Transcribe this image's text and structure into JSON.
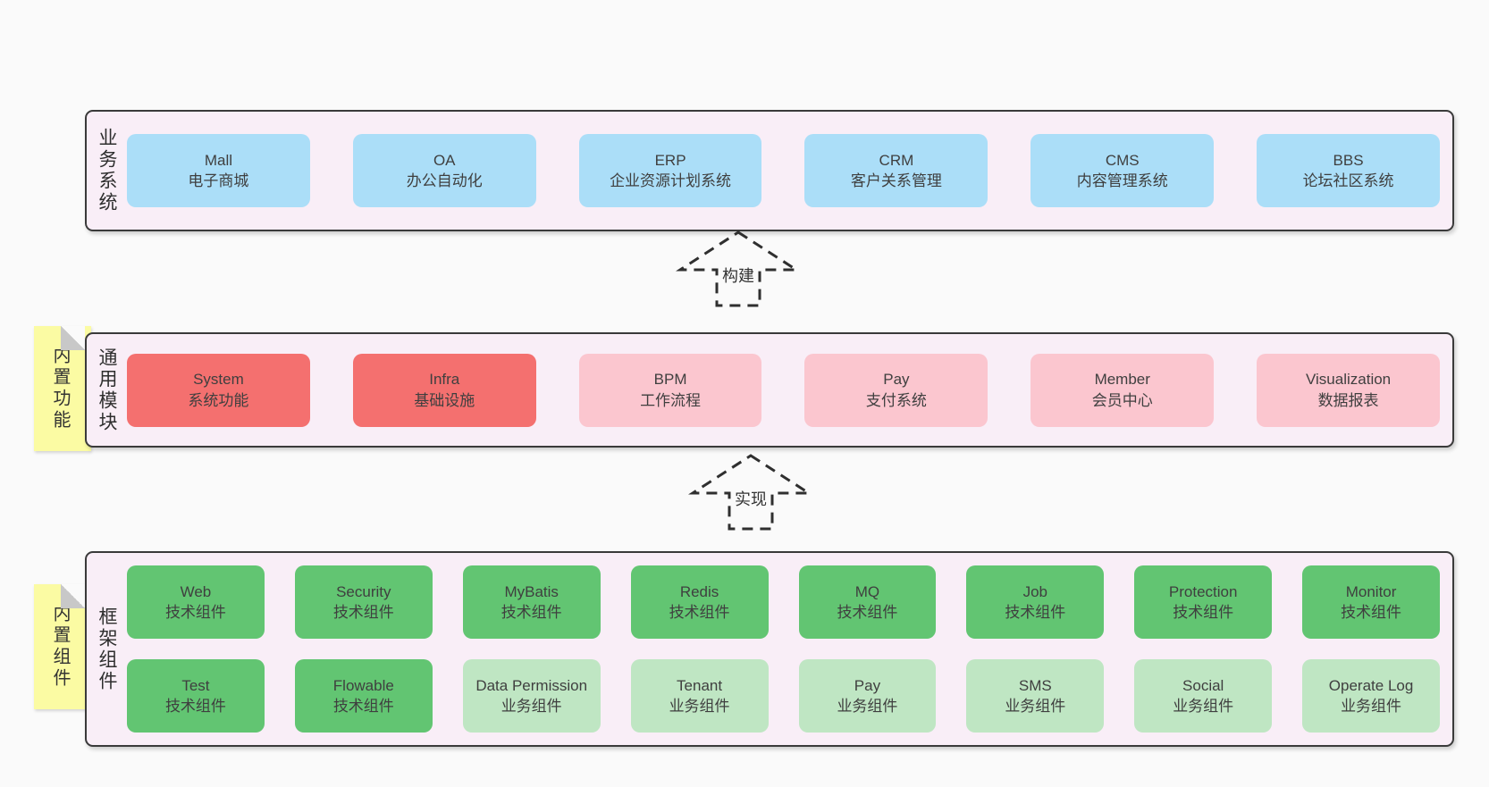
{
  "palette": {
    "blue": "#abdef8",
    "red": "#f4706f",
    "pink": "#fbc6cf",
    "green": "#62c572",
    "lightgreen": "#bfe6c3",
    "note_yellow": "#fbfba3",
    "panel_bg": "#f9eef7",
    "panel_border": "#3a3a3a",
    "box_text": "#3f3f3f"
  },
  "arrows": [
    {
      "label": "构建"
    },
    {
      "label": "实现"
    }
  ],
  "sections": [
    {
      "label": "业务系统",
      "note": null,
      "rows": [
        [
          {
            "en": "Mall",
            "zh": "电子商城",
            "variant": "blue"
          },
          {
            "en": "OA",
            "zh": "办公自动化",
            "variant": "blue"
          },
          {
            "en": "ERP",
            "zh": "企业资源计划系统",
            "variant": "blue"
          },
          {
            "en": "CRM",
            "zh": "客户关系管理",
            "variant": "blue"
          },
          {
            "en": "CMS",
            "zh": "内容管理系统",
            "variant": "blue"
          },
          {
            "en": "BBS",
            "zh": "论坛社区系统",
            "variant": "blue"
          }
        ]
      ]
    },
    {
      "label": "通用模块",
      "note": "内置功能",
      "rows": [
        [
          {
            "en": "System",
            "zh": "系统功能",
            "variant": "red"
          },
          {
            "en": "Infra",
            "zh": "基础设施",
            "variant": "red"
          },
          {
            "en": "BPM",
            "zh": "工作流程",
            "variant": "pink"
          },
          {
            "en": "Pay",
            "zh": "支付系统",
            "variant": "pink"
          },
          {
            "en": "Member",
            "zh": "会员中心",
            "variant": "pink"
          },
          {
            "en": "Visualization",
            "zh": "数据报表",
            "variant": "pink"
          }
        ]
      ]
    },
    {
      "label": "框架组件",
      "note": "内置组件",
      "rows": [
        [
          {
            "en": "Web",
            "zh": "技术组件",
            "variant": "green"
          },
          {
            "en": "Security",
            "zh": "技术组件",
            "variant": "green"
          },
          {
            "en": "MyBatis",
            "zh": "技术组件",
            "variant": "green"
          },
          {
            "en": "Redis",
            "zh": "技术组件",
            "variant": "green"
          },
          {
            "en": "MQ",
            "zh": "技术组件",
            "variant": "green"
          },
          {
            "en": "Job",
            "zh": "技术组件",
            "variant": "green"
          },
          {
            "en": "Protection",
            "zh": "技术组件",
            "variant": "green"
          },
          {
            "en": "Monitor",
            "zh": "技术组件",
            "variant": "green"
          }
        ],
        [
          {
            "en": "Test",
            "zh": "技术组件",
            "variant": "green"
          },
          {
            "en": "Flowable",
            "zh": "技术组件",
            "variant": "green"
          },
          {
            "en": "Data Permission",
            "zh": "业务组件",
            "variant": "lightgreen"
          },
          {
            "en": "Tenant",
            "zh": "业务组件",
            "variant": "lightgreen"
          },
          {
            "en": "Pay",
            "zh": "业务组件",
            "variant": "lightgreen"
          },
          {
            "en": "SMS",
            "zh": "业务组件",
            "variant": "lightgreen"
          },
          {
            "en": "Social",
            "zh": "业务组件",
            "variant": "lightgreen"
          },
          {
            "en": "Operate Log",
            "zh": "业务组件",
            "variant": "lightgreen"
          }
        ]
      ]
    }
  ]
}
